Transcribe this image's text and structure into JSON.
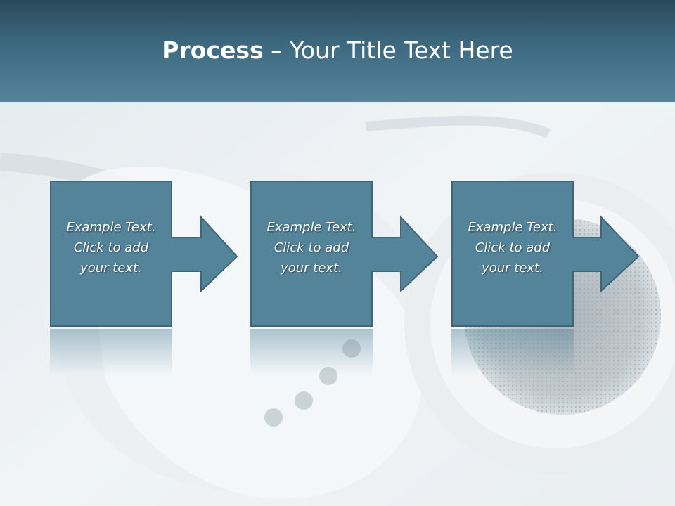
{
  "header": {
    "title_bold": "Process",
    "title_rest": " – Your Title Text Here"
  },
  "steps": [
    {
      "text": "Example Text.\nClick  to add\nyour text."
    },
    {
      "text": "Example Text.\nClick  to add\nyour text."
    },
    {
      "text": "Example Text.\nClick  to add\nyour text."
    }
  ],
  "colors": {
    "header": "#3d6a80",
    "box_fill": "#54849a",
    "box_stroke": "#3f6577"
  }
}
